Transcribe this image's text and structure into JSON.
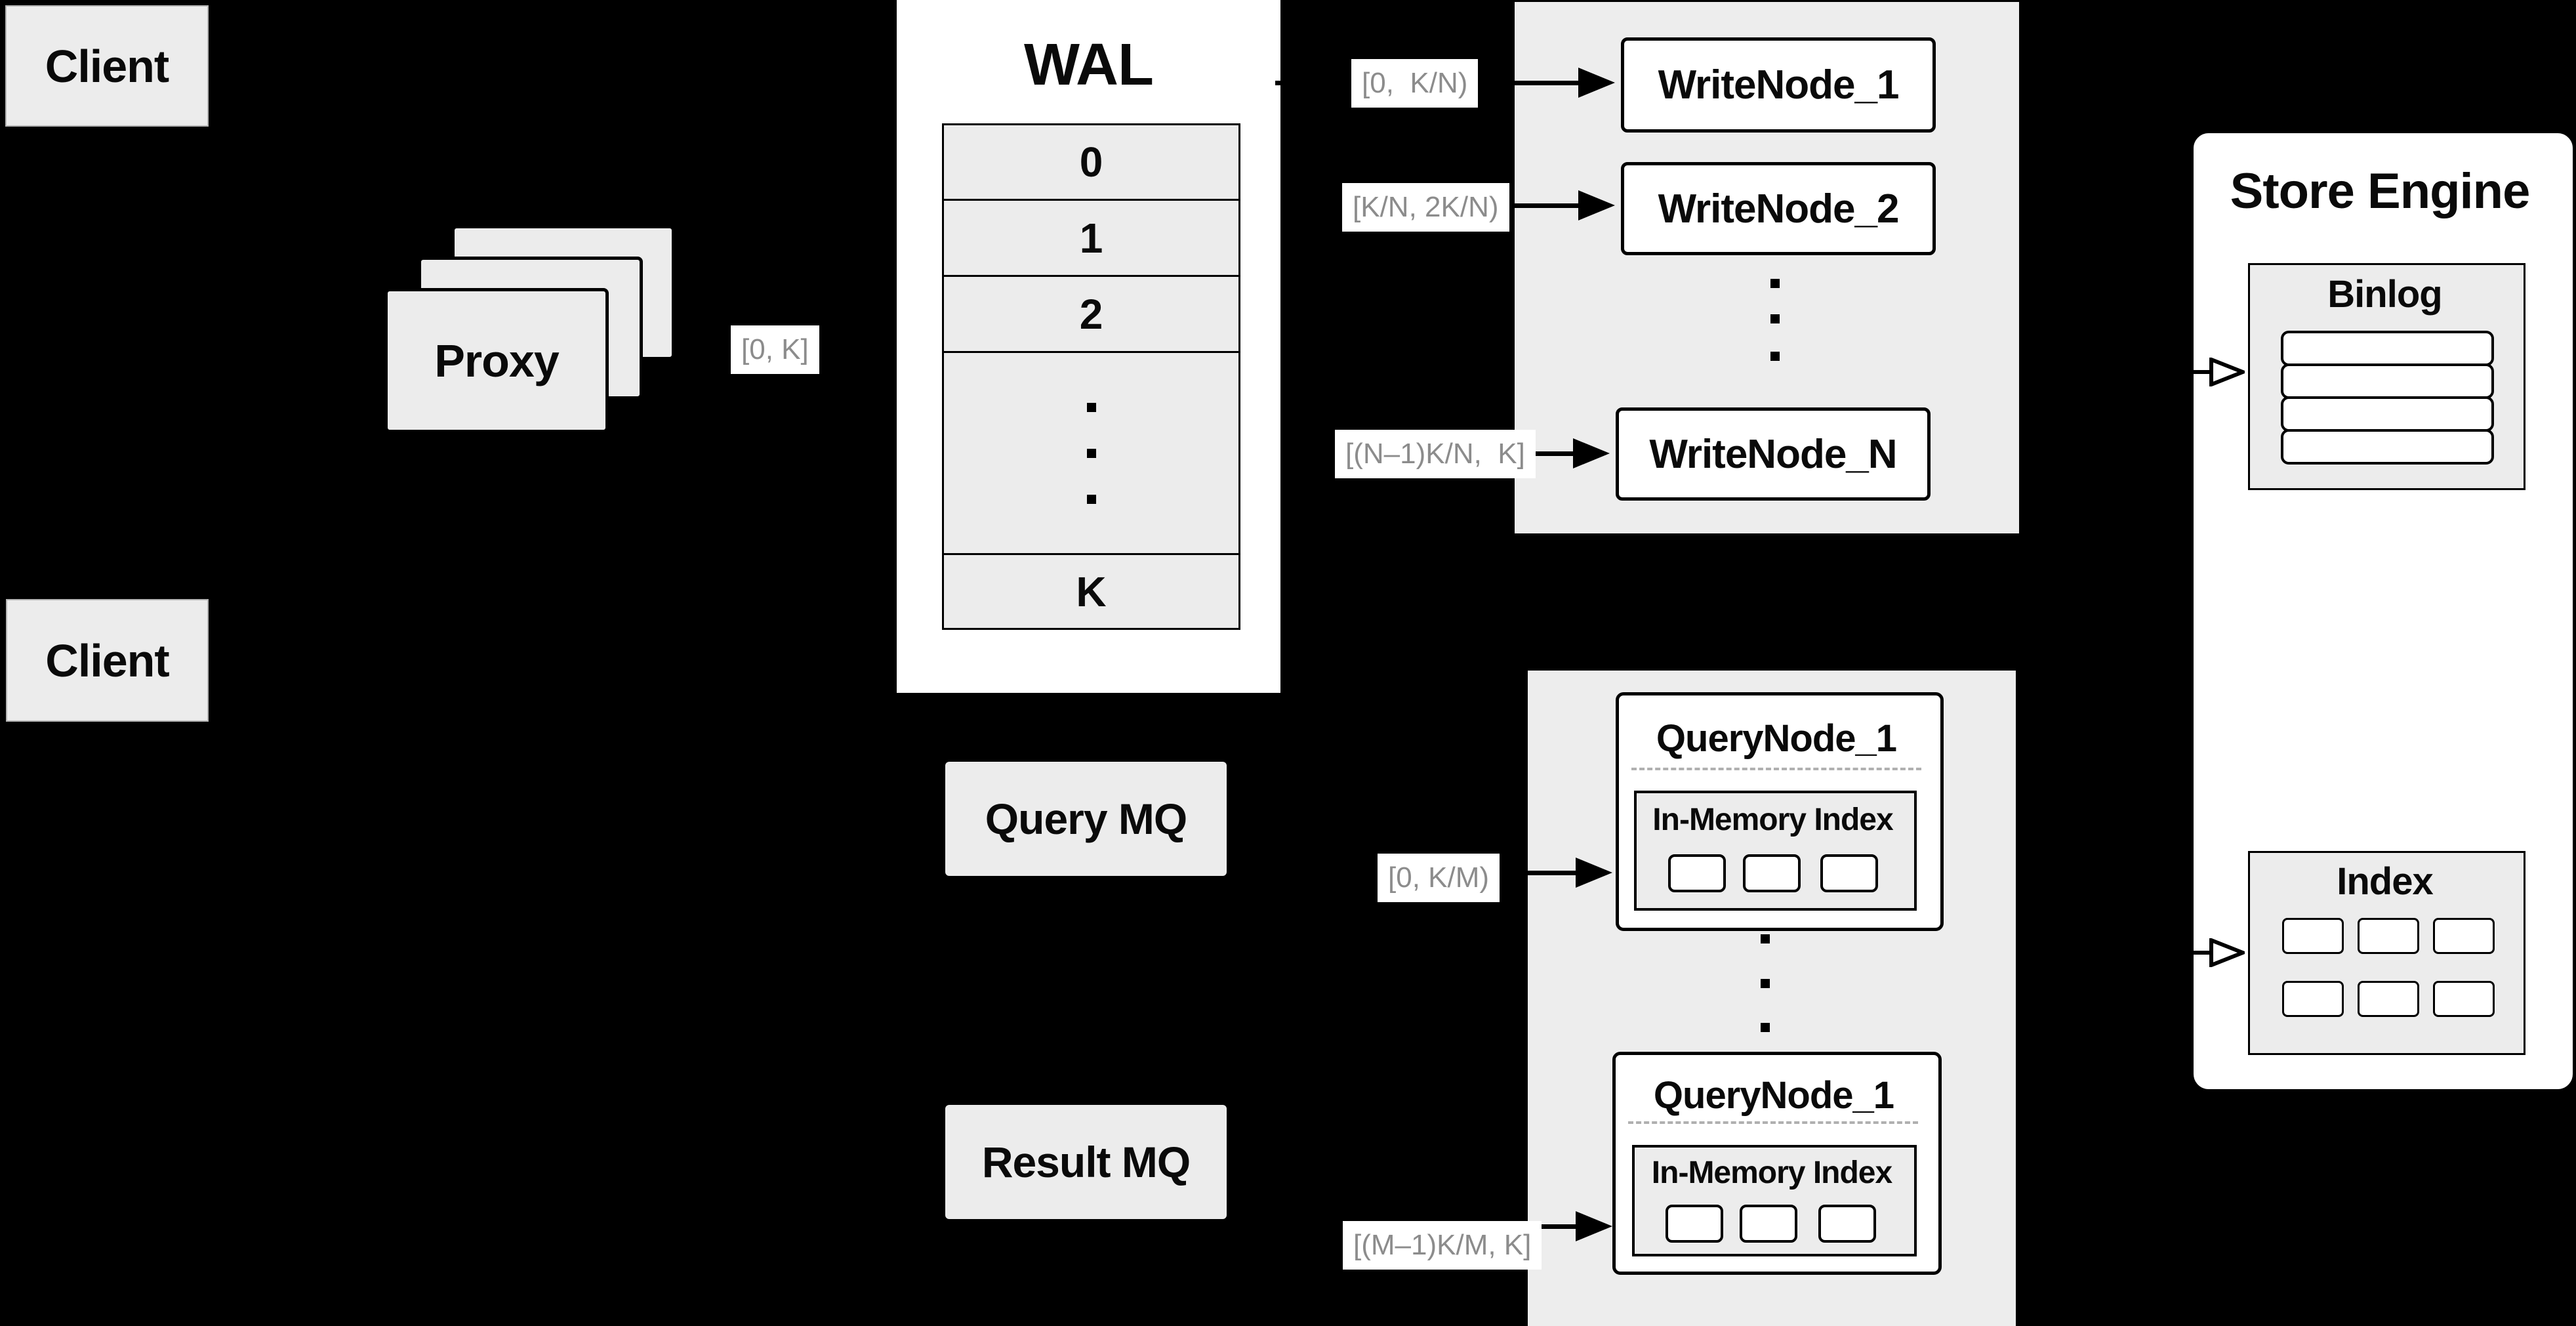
{
  "clients": {
    "top": "Client",
    "bottom": "Client"
  },
  "proxy": {
    "label": "Proxy",
    "range_label": "[0, K]"
  },
  "wal": {
    "title": "WAL",
    "rows": [
      "0",
      "1",
      "2",
      "K"
    ]
  },
  "write_group": {
    "range_labels": [
      "[0,  K/N)",
      "[K/N, 2K/N)",
      "[(N–1)K/N,  K]"
    ],
    "nodes": [
      "WriteNode_1",
      "WriteNode_2",
      "WriteNode_N"
    ]
  },
  "mq": {
    "query": "Query MQ",
    "result": "Result MQ"
  },
  "query_group": {
    "range_labels": [
      "[0, K/M)",
      "[(M–1)K/M, K]"
    ],
    "nodes": [
      {
        "title": "QueryNode_1",
        "inner_title": "In-Memory Index"
      },
      {
        "title": "QueryNode_1",
        "inner_title": "In-Memory Index"
      }
    ]
  },
  "store_engine": {
    "title": "Store Engine",
    "binlog_title": "Binlog",
    "index_title": "Index"
  },
  "colors": {
    "background": "#000000",
    "panel_gray": "#ededed",
    "box_gray": "#ececec",
    "white": "#ffffff",
    "range_label_text": "#8c8c8c",
    "ink": "#0a0a0a"
  }
}
